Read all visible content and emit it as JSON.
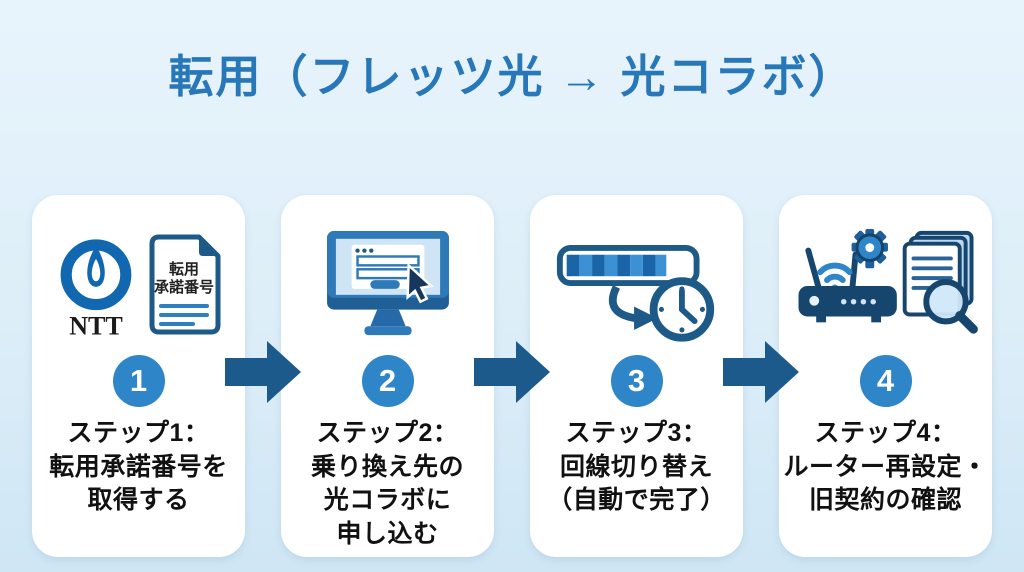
{
  "title": "転用（フレッツ光 → 光コラボ）",
  "steps": [
    {
      "number": "1",
      "label_lines": [
        "ステップ1：",
        "転用承諾番号を",
        "取得する"
      ]
    },
    {
      "number": "2",
      "label_lines": [
        "ステップ2：",
        "乗り換え先の",
        "光コラボに",
        "申し込む"
      ]
    },
    {
      "number": "3",
      "label_lines": [
        "ステップ3：",
        "回線切り替え",
        "（自動で完了）"
      ]
    },
    {
      "number": "4",
      "label_lines": [
        "ステップ4：",
        "ルーター再設定・",
        "旧契約の確認"
      ]
    }
  ],
  "icon_labels": {
    "ntt_logo": "NTT",
    "document_line1": "転用",
    "document_line2": "承諾番号"
  },
  "colors": {
    "title_blue": "#2878b9",
    "arrow_blue": "#1d5a8c",
    "circle_blue": "#2e86c8",
    "dark_navy": "#16466e",
    "card_bg": "#ffffff",
    "page_bg_top": "#e8f4fc",
    "page_bg_bottom": "#cfe6f5"
  }
}
